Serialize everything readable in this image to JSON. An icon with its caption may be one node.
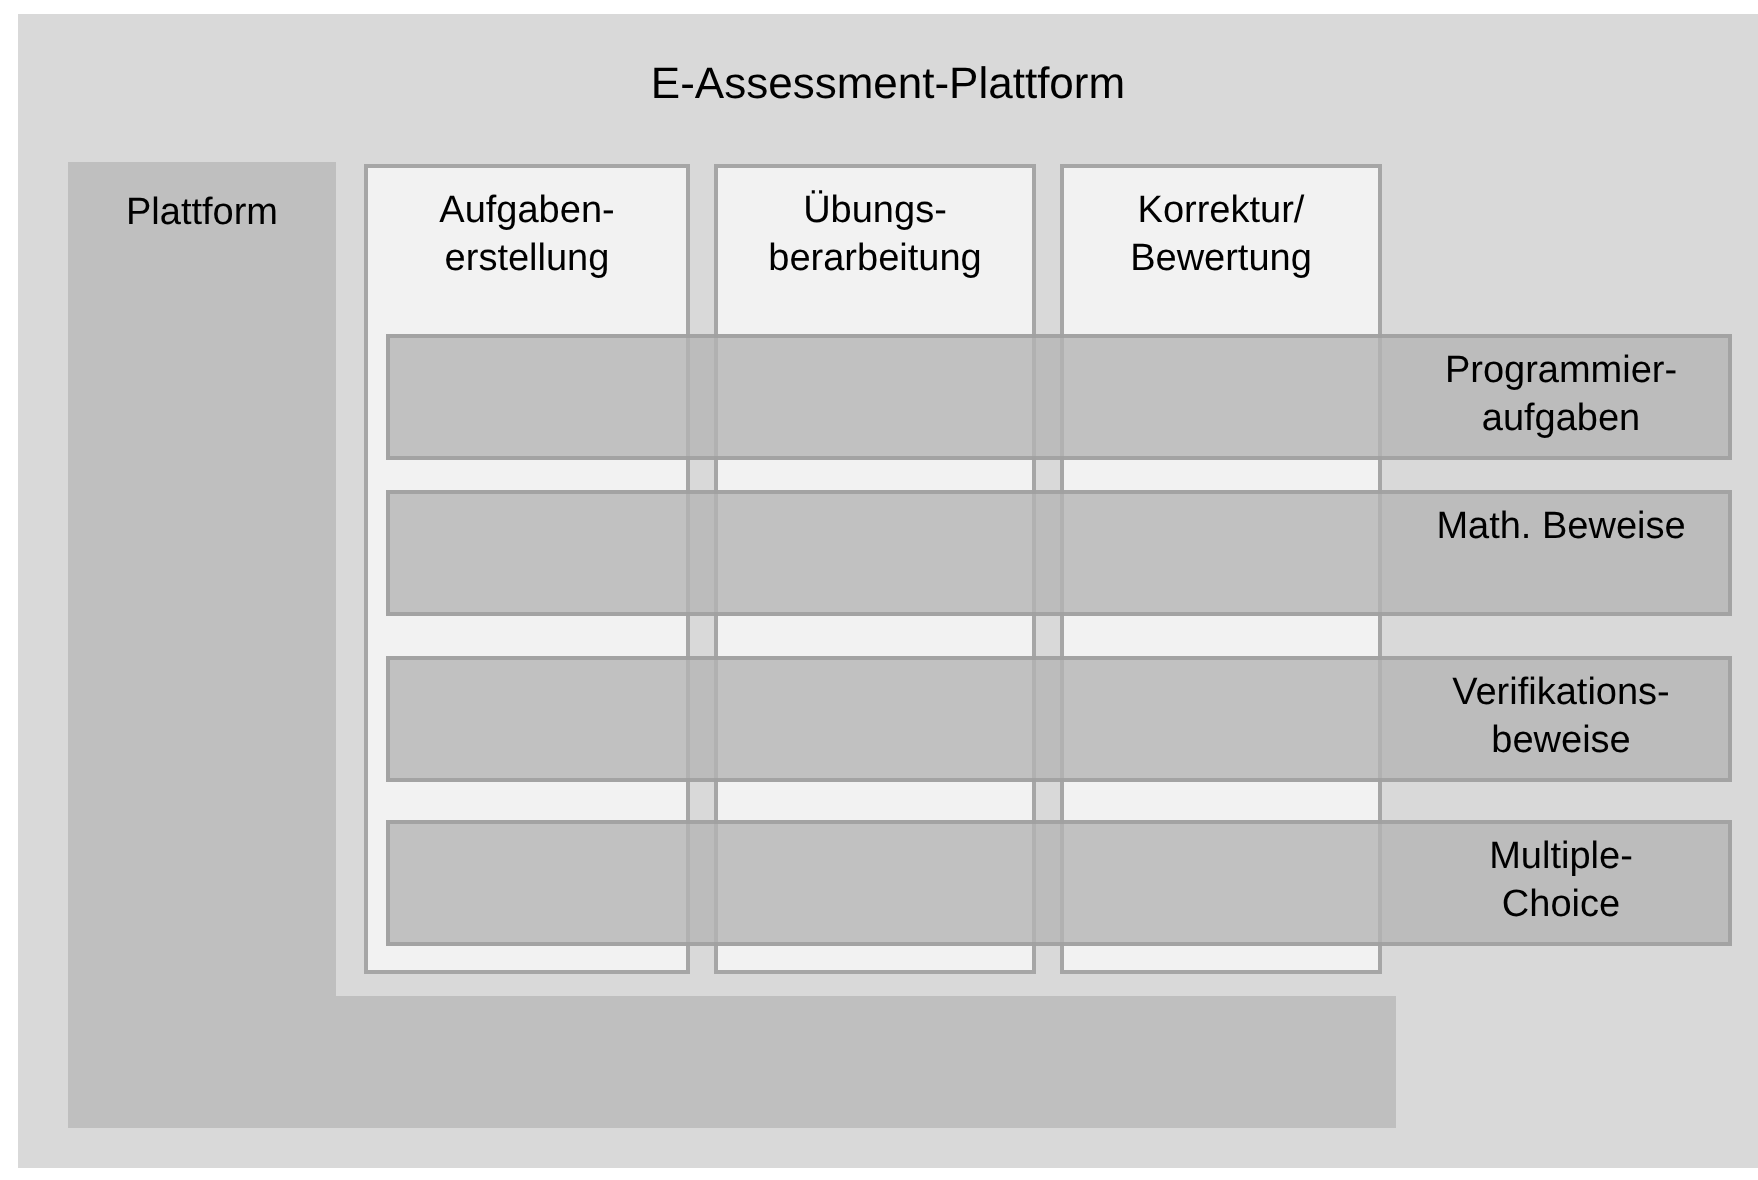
{
  "diagram": {
    "nodes": [
      {
        "text": [
          "E-Assessment-Plattform"
        ]
      },
      {
        "text": [
          "Plattform"
        ],
        "in": 0
      },
      {
        "text": [
          "Aufgaben- erstellung"
        ],
        "in": 0
      },
      {
        "text": [
          "Übungs- berarbeitung"
        ],
        "in": 0
      },
      {
        "text": [
          "Korrektur/ Bewertung"
        ],
        "in": 0
      },
      {
        "text": [
          "Programmier- aufgaben"
        ],
        "in": 0
      },
      {
        "text": [
          "Math. Beweise"
        ],
        "in": 0
      },
      {
        "text": [
          "Verifikations- beweise"
        ],
        "in": 0
      },
      {
        "text": [
          "Multiple- Choice"
        ],
        "in": 0
      }
    ]
  }
}
